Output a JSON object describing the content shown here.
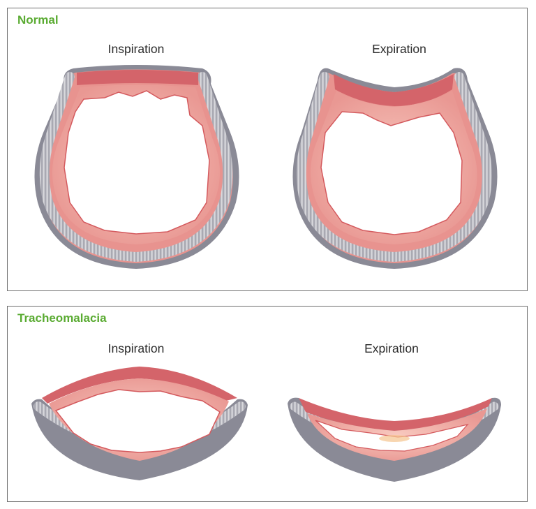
{
  "panels": [
    {
      "title": "Normal",
      "left_label": "Inspiration",
      "right_label": "Expiration"
    },
    {
      "title": "Tracheomalacia",
      "left_label": "Inspiration",
      "right_label": "Expiration"
    }
  ],
  "colors": {
    "title_green": "#5aab32",
    "outer_gray": "#8a8a96",
    "cartilage": "#b8b8be",
    "mucosa": "#eba09c",
    "muscle": "#d4646a",
    "lumen_edge": "#d45a5e"
  }
}
